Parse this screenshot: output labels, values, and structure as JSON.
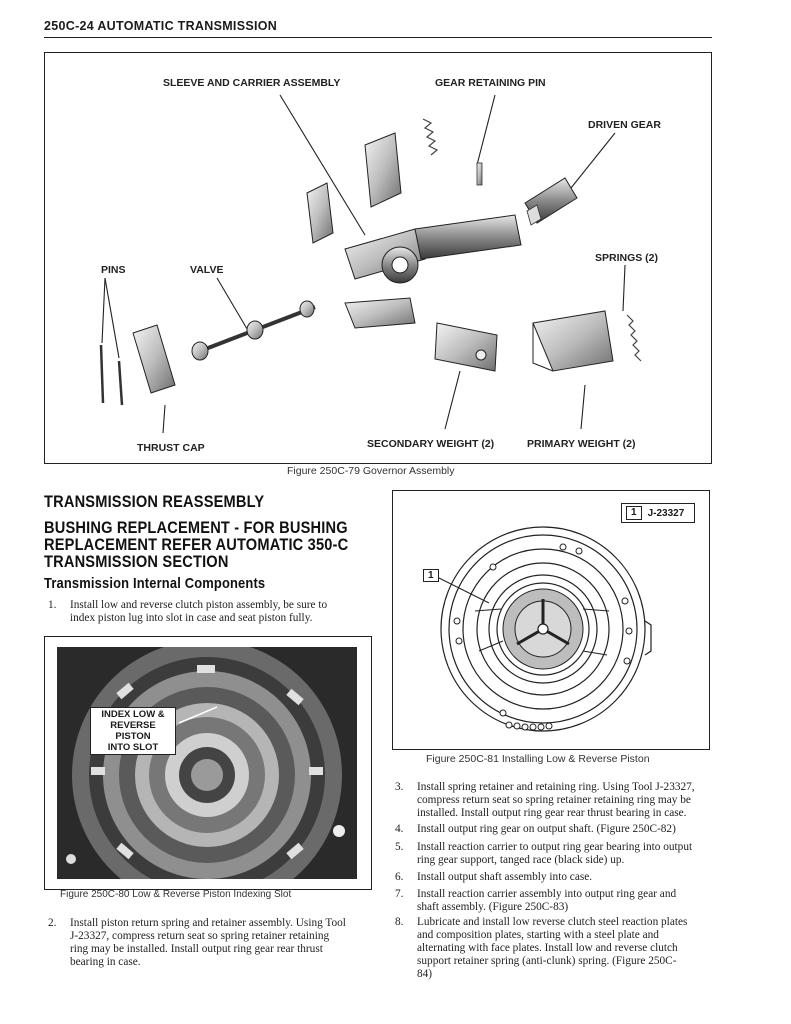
{
  "header": {
    "title": "250C-24 AUTOMATIC TRANSMISSION"
  },
  "figure79": {
    "caption": "Figure 250C-79 Governor Assembly",
    "labels": {
      "sleeve": "SLEEVE AND CARRIER ASSEMBLY",
      "gear_pin": "GEAR RETAINING PIN",
      "driven_gear": "DRIVEN GEAR",
      "pins": "PINS",
      "valve": "VALVE",
      "springs": "SPRINGS (2)",
      "thrust_cap": "THRUST CAP",
      "secondary_weight": "SECONDARY WEIGHT (2)",
      "primary_weight": "PRIMARY WEIGHT (2)"
    }
  },
  "section": {
    "title1": "TRANSMISSION REASSEMBLY",
    "title2_line1": "BUSHING REPLACEMENT - FOR BUSHING",
    "title2_line2": "REPLACEMENT REFER AUTOMATIC 350-C",
    "title2_line3": "TRANSMISSION SECTION",
    "subtitle": "Transmission Internal Components"
  },
  "figure80": {
    "caption": "Figure 250C-80 Low & Reverse Piston Indexing Slot",
    "callout_line1": "INDEX LOW &",
    "callout_line2": "REVERSE PISTON",
    "callout_line3": "INTO SLOT"
  },
  "figure81": {
    "caption": "Figure 250C-81 Installing Low & Reverse Piston",
    "tool_number": "1",
    "tool_name": "J-23327",
    "callout": "1"
  },
  "steps": [
    {
      "num": "1.",
      "lines": [
        "Install low and reverse clutch piston assembly, be sure to",
        "index piston lug into slot in case and seat piston fully."
      ]
    },
    {
      "num": "2.",
      "lines": [
        "Install piston return spring and retainer assembly. Using Tool",
        "J-23327, compress return seat so spring retainer retaining",
        "ring may be installed. Install output ring gear rear thrust",
        "bearing in case."
      ]
    },
    {
      "num": "3.",
      "lines": [
        "Install spring retainer and retaining ring. Using Tool J-23327,",
        "compress return seat so spring retainer retaining ring may be",
        "installed. Install output ring gear rear thrust bearing in case."
      ]
    },
    {
      "num": "4.",
      "lines": [
        "Install output ring gear on output shaft. (Figure 250C-82)"
      ]
    },
    {
      "num": "5.",
      "lines": [
        "Install reaction carrier to output ring gear bearing into output",
        "ring gear support, tanged race (black side) up."
      ]
    },
    {
      "num": "6.",
      "lines": [
        "Install output shaft assembly into case."
      ]
    },
    {
      "num": "7.",
      "lines": [
        "Install reaction carrier assembly into output ring gear and",
        "shaft assembly. (Figure 250C-83)"
      ]
    },
    {
      "num": "8.",
      "lines": [
        "Lubricate and install low reverse clutch steel reaction plates",
        "and composition plates, starting with a steel plate and",
        "alternating with face plates. Install low and reverse clutch",
        "support retainer spring (anti-clunk) spring. (Figure 250C-",
        "84)"
      ]
    }
  ]
}
